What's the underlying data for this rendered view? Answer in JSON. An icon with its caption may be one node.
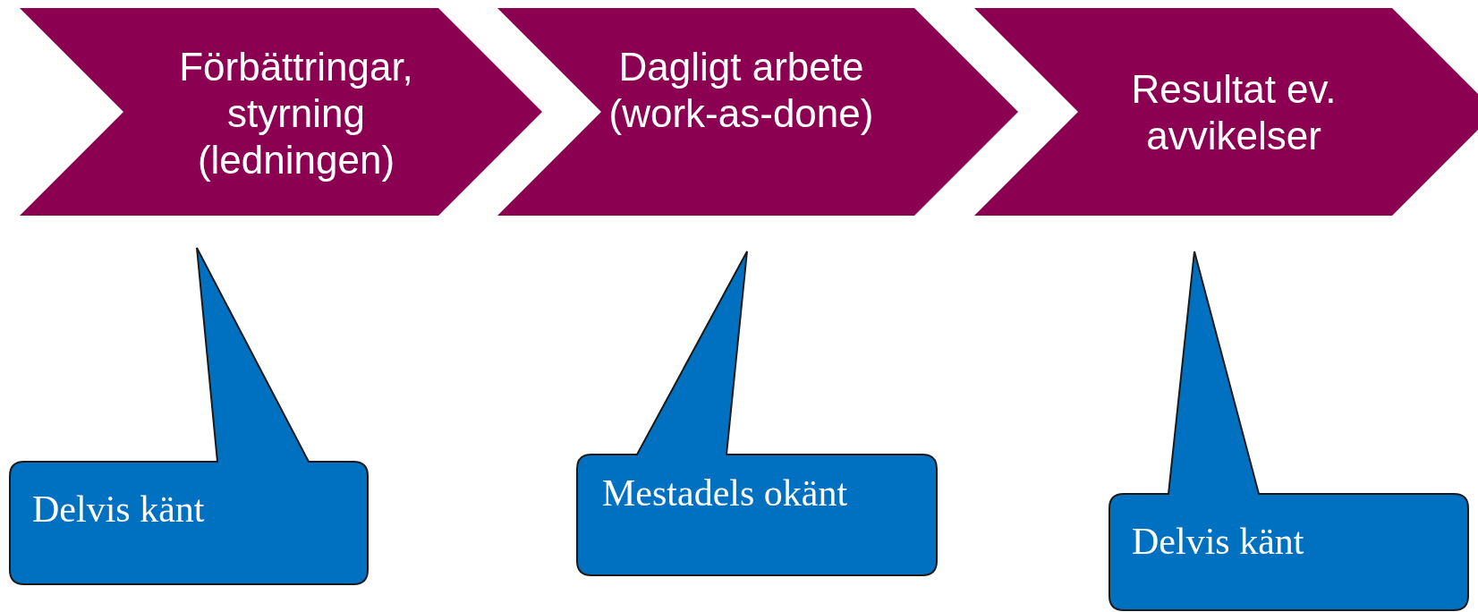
{
  "diagram": {
    "nodes": [
      {
        "text": [
          "Förbättringar, styrning (ledningen)"
        ]
      },
      {
        "text": [
          "Dagligt arbete (work-as-done)"
        ]
      },
      {
        "text": [
          "Resultat ev. avvikelser"
        ]
      },
      {
        "text": [
          "Delvis känt"
        ]
      },
      {
        "text": [
          "Mestadels okänt"
        ]
      },
      {
        "text": [
          "Delvis känt"
        ]
      }
    ]
  }
}
